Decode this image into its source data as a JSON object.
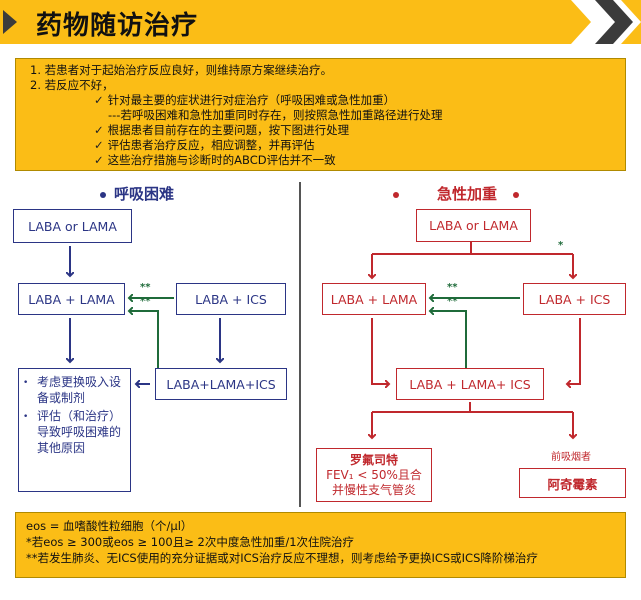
{
  "header": {
    "title": "药物随访治疗"
  },
  "top_box": {
    "line1": "1.   若患者对于起始治疗反应良好，则维持原方案继续治疗。",
    "line2": "2.   若反应不好，",
    "line3": "针对最主要的症状进行对症治疗（呼吸困难或急性加重）",
    "line4": "---若呼吸困难和急性加重同时存在，则按照急性加重路径进行处理",
    "line5": "根据患者目前存在的主要问题，按下图进行处理",
    "line6": "评估患者治疗反应，相应调整，并再评估",
    "line7": "这些治疗措施与诊断时的ABCD评估并不一致"
  },
  "left": {
    "title": "呼吸困难",
    "box1": "LABA or LAMA",
    "box2": "LABA + LAMA",
    "box3": "LABA + ICS",
    "box4": "LABA+LAMA+ICS",
    "list": [
      "考虑更换吸入设备或制剂",
      "评估（和治疗）导致呼吸困难的其他原因"
    ]
  },
  "right": {
    "title": "急性加重",
    "box1": "LABA or LAMA",
    "box2": "LABA + LAMA",
    "box3": "LABA + ICS",
    "box4": "LABA + LAMA+ ICS",
    "roflumilast_title": "罗氟司特",
    "roflumilast_line1": "FEV₁ < 50%且合",
    "roflumilast_line2": "并慢性支气管炎",
    "former_smoker": "前吸烟者",
    "azithromycin": "阿奇霉素"
  },
  "markers": {
    "double_star": "**",
    "single_star": "*"
  },
  "bottom_box": {
    "line1": "eos = 血嗜酸性粒细胞（个/μl）",
    "line2": "*若eos ≥ 300或eos ≥ 100且≥ 2次中度急性加重/1次住院治疗",
    "line3": "**若发生肺炎、无ICS使用的充分证据或对ICS治疗反应不理想，则考虑给予更换ICS或ICS降阶梯治疗"
  },
  "colors": {
    "yellow": "#fbbd16",
    "navy": "#2b3585",
    "red": "#c0282d",
    "green": "#1f6b3a"
  }
}
